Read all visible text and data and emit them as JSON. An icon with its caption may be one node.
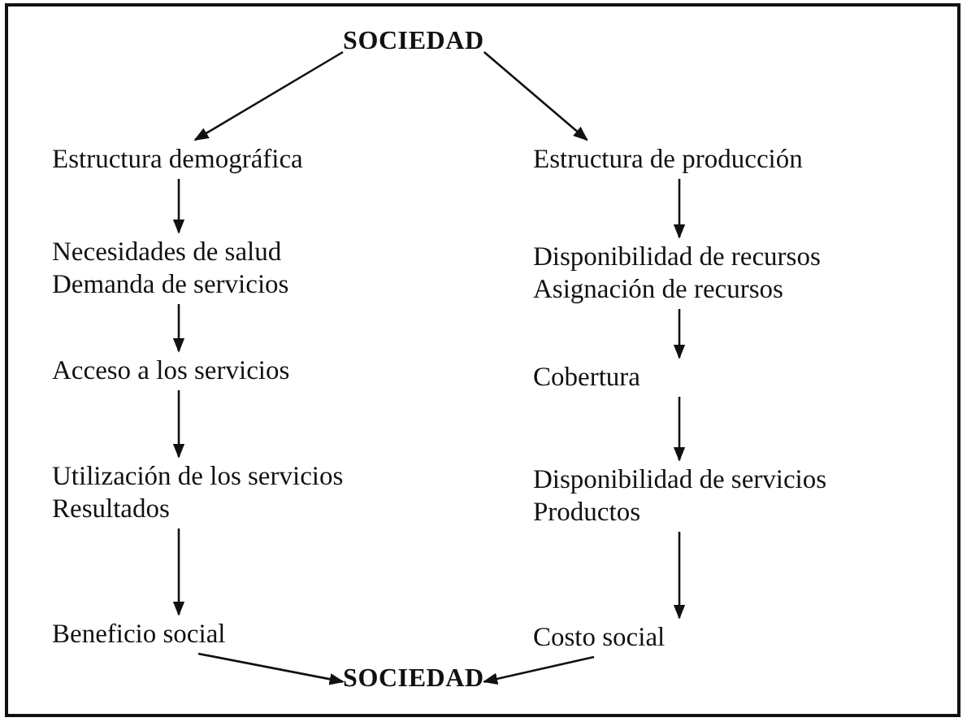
{
  "diagram": {
    "nodes": [
      {
        "text": [
          "SOCIEDAD"
        ]
      },
      {
        "text": [
          "Estructura demográfica"
        ]
      },
      {
        "text": [
          "Estructura de producción"
        ]
      },
      {
        "text": [
          "Necesidades de salud",
          "Demanda de servicios"
        ]
      },
      {
        "text": [
          "Disponibilidad de recursos",
          "Asignación de recursos"
        ]
      },
      {
        "text": [
          "Acceso a los servicios"
        ]
      },
      {
        "text": [
          "Cobertura"
        ]
      },
      {
        "text": [
          "Utilización de los servicios",
          "Resultados"
        ]
      },
      {
        "text": [
          "Disponibilidad de servicios",
          "Productos"
        ]
      },
      {
        "text": [
          "Beneficio social"
        ]
      },
      {
        "text": [
          "Costo social"
        ]
      },
      {
        "text": [
          "SOCIEDAD"
        ]
      }
    ],
    "edges": [
      {
        "from": 0,
        "to": 1,
        "arrow": "to"
      },
      {
        "from": 0,
        "to": 2,
        "arrow": "to"
      },
      {
        "from": 1,
        "to": 3,
        "arrow": "to"
      },
      {
        "from": 2,
        "to": 4,
        "arrow": "to"
      },
      {
        "from": 3,
        "to": 5,
        "arrow": "to"
      },
      {
        "from": 4,
        "to": 6,
        "arrow": "to"
      },
      {
        "from": 5,
        "to": 7,
        "arrow": "to"
      },
      {
        "from": 6,
        "to": 8,
        "arrow": "to"
      },
      {
        "from": 7,
        "to": 9,
        "arrow": "to"
      },
      {
        "from": 8,
        "to": 10,
        "arrow": "to"
      },
      {
        "from": 9,
        "to": 11,
        "arrow": "to"
      },
      {
        "from": 10,
        "to": 11,
        "arrow": "to"
      }
    ]
  }
}
